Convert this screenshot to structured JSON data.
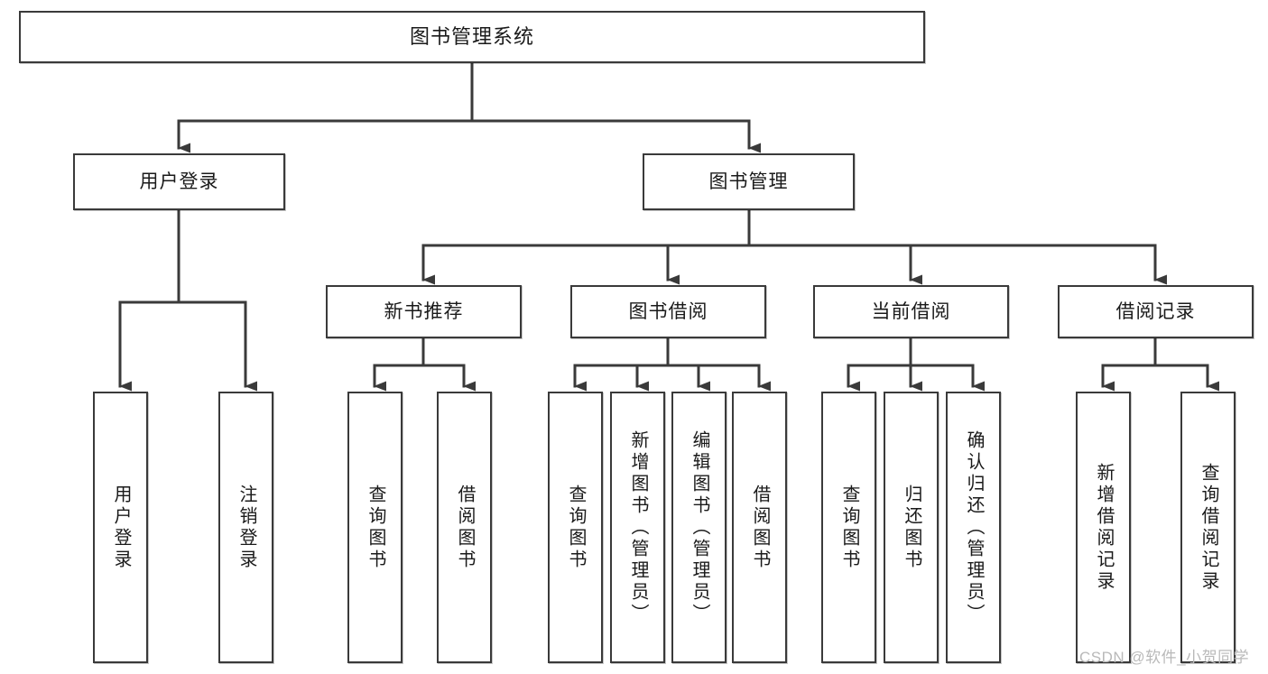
{
  "diagram": {
    "title": "图书管理系统",
    "type": "tree",
    "orientation": "top-down",
    "colors": {
      "box_border": "#3a3a3a",
      "box_fill": "#ffffff",
      "edge": "#3a3a3a",
      "text": "#1a1a1a",
      "watermark": "#b9b9b9",
      "background": "#ffffff"
    },
    "root": {
      "label": "图书管理系统"
    },
    "level1": [
      {
        "label": "用户登录"
      },
      {
        "label": "图书管理"
      }
    ],
    "level2": [
      {
        "label": "新书推荐",
        "parent": "图书管理"
      },
      {
        "label": "图书借阅",
        "parent": "图书管理"
      },
      {
        "label": "当前借阅",
        "parent": "图书管理"
      },
      {
        "label": "借阅记录",
        "parent": "图书管理"
      }
    ],
    "leaves": {
      "用户登录": [
        {
          "label": "用户登录"
        },
        {
          "label": "注销登录"
        }
      ],
      "新书推荐": [
        {
          "label": "查询图书"
        },
        {
          "label": "借阅图书"
        }
      ],
      "图书借阅": [
        {
          "label": "查询图书"
        },
        {
          "label": "新增图书（管理员）"
        },
        {
          "label": "编辑图书（管理员）"
        },
        {
          "label": "借阅图书"
        }
      ],
      "当前借阅": [
        {
          "label": "查询图书"
        },
        {
          "label": "归还图书"
        },
        {
          "label": "确认归还（管理员）"
        }
      ],
      "借阅记录": [
        {
          "label": "新增借阅记录"
        },
        {
          "label": "查询借阅记录"
        }
      ]
    }
  },
  "watermark": {
    "text": "CSDN @软件_小贺同学"
  }
}
